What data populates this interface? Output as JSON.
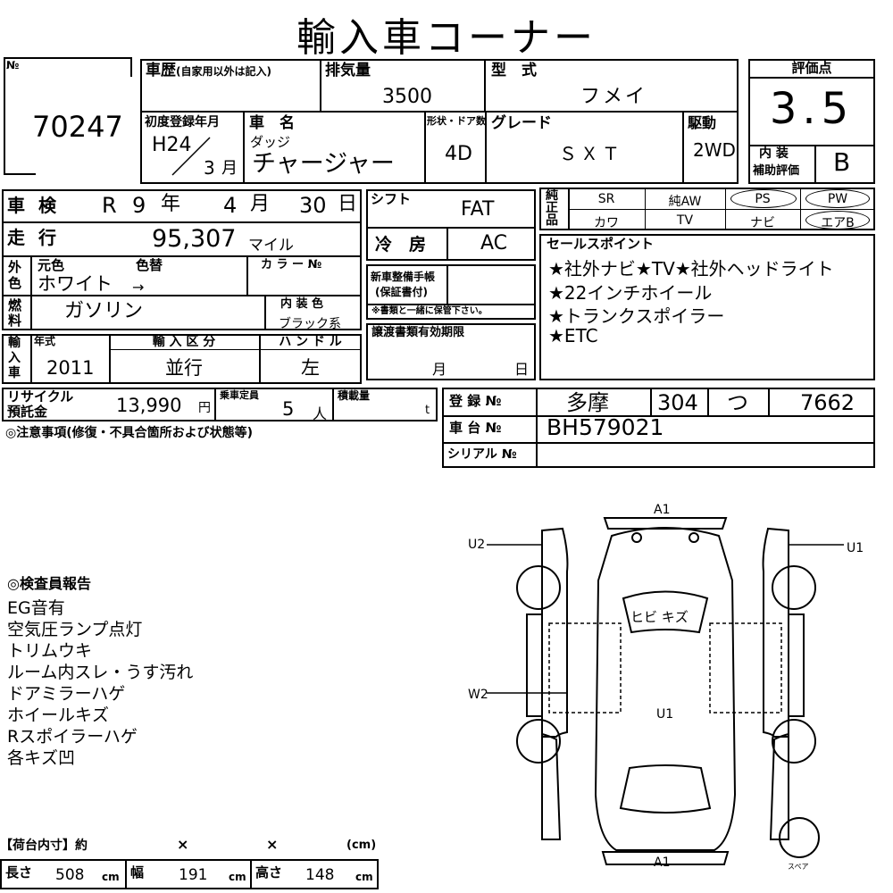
{
  "title": "輸入車コーナー",
  "lot": {
    "label": "№",
    "number": "70247"
  },
  "history": {
    "label": "車歴",
    "sub": "(自家用以外は記入)"
  },
  "displacement": {
    "label": "排気量",
    "value": "3500"
  },
  "model": {
    "label": "型　式",
    "value": "フメイ"
  },
  "rating": {
    "label": "評価点",
    "value": "3.5",
    "interior_label_1": "内 装",
    "interior_label_2": "補助評価",
    "interior_value": "B"
  },
  "first_reg": {
    "label": "初度登録年月",
    "era": "H24",
    "month": "3",
    "month_unit": "月"
  },
  "car_name": {
    "label": "車　名",
    "maker": "ダッジ",
    "value": "チャージャー"
  },
  "body": {
    "label": "形状・ドア数",
    "value": "4D"
  },
  "grade": {
    "label": "グレード",
    "value": "ＳＸＴ"
  },
  "drive": {
    "label": "駆動",
    "value": "2WD"
  },
  "inspection": {
    "label": "車 検",
    "era": "R",
    "year": "9",
    "year_unit": "年",
    "month": "4",
    "month_unit": "月",
    "day": "30",
    "day_unit": "日"
  },
  "shift": {
    "label": "シフト",
    "value": "FAT"
  },
  "equip": {
    "label": "純正品",
    "items": [
      "SR",
      "純AW",
      "PS",
      "PW",
      "カワ",
      "TV",
      "ナビ",
      "エアB"
    ]
  },
  "mileage": {
    "label": "走 行",
    "value": "95,307",
    "unit": "マイル"
  },
  "aircon": {
    "label": "冷　房",
    "value": "AC"
  },
  "sales": {
    "label": "セールスポイント",
    "points": [
      "★社外ナビ★TV★社外ヘッドライト",
      "★22インチホイール",
      "★トランクスポイラー",
      "★ETC"
    ]
  },
  "color": {
    "label": "外色",
    "orig_label": "元色",
    "change_label": "色替",
    "value": "ホワイト",
    "arrow": "→",
    "code_label": "カ ラ ー №"
  },
  "manual": {
    "label_1": "新車整備手帳",
    "label_2": "(保証書付)",
    "note": "※書類と一緒に保管下さい。"
  },
  "fuel": {
    "label": "燃料",
    "value": "ガソリン"
  },
  "interior_color": {
    "label": "内 装 色",
    "value": "ブラック系"
  },
  "import": {
    "label": "輸入車",
    "year_label": "年式",
    "year": "2011",
    "kind_label": "輸 入 区 分",
    "kind": "並行",
    "handle_label": "ハ ン ド ル",
    "handle": "左"
  },
  "transfer": {
    "label": "譲渡書類有効期限",
    "month_unit": "月",
    "day_unit": "日"
  },
  "recycle": {
    "label_1": "リサイクル",
    "label_2": "預託金",
    "value": "13,990",
    "unit": "円"
  },
  "capacity": {
    "label": "乗車定員",
    "value": "5",
    "unit": "人"
  },
  "load": {
    "label": "積載量",
    "unit": "t"
  },
  "registration": {
    "label": "登 録 №",
    "area": "多摩",
    "class": "304",
    "kana": "つ",
    "number": "7662"
  },
  "chassis": {
    "label": "車 台 №",
    "value": "BH579021"
  },
  "serial": {
    "label": "シリアル №"
  },
  "notes_title": "◎注意事項(修復・不具合箇所および状態等)",
  "report": {
    "title": "◎検査員報告",
    "items": [
      "EG音有",
      "空気圧ランプ点灯",
      "トリムウキ",
      "ルーム内スレ・うす汚れ",
      "ドアミラーハゲ",
      "ホイールキズ",
      "Rスポイラーハゲ",
      "各キズ凹"
    ]
  },
  "diagram": {
    "top": "A1",
    "bottom": "A1",
    "left_door": "U2",
    "right_door": "U1",
    "side": "W2",
    "roof": "U1",
    "windshield": "ヒビ キズ",
    "spare": "スペア"
  },
  "cargo": {
    "label": "【荷台内寸】約",
    "x1": "×",
    "x2": "×",
    "unit_label": "(cm)",
    "length_label": "長さ",
    "length": "508",
    "width_label": "幅",
    "width": "191",
    "height_label": "高さ",
    "height": "148",
    "cm": "cm"
  }
}
